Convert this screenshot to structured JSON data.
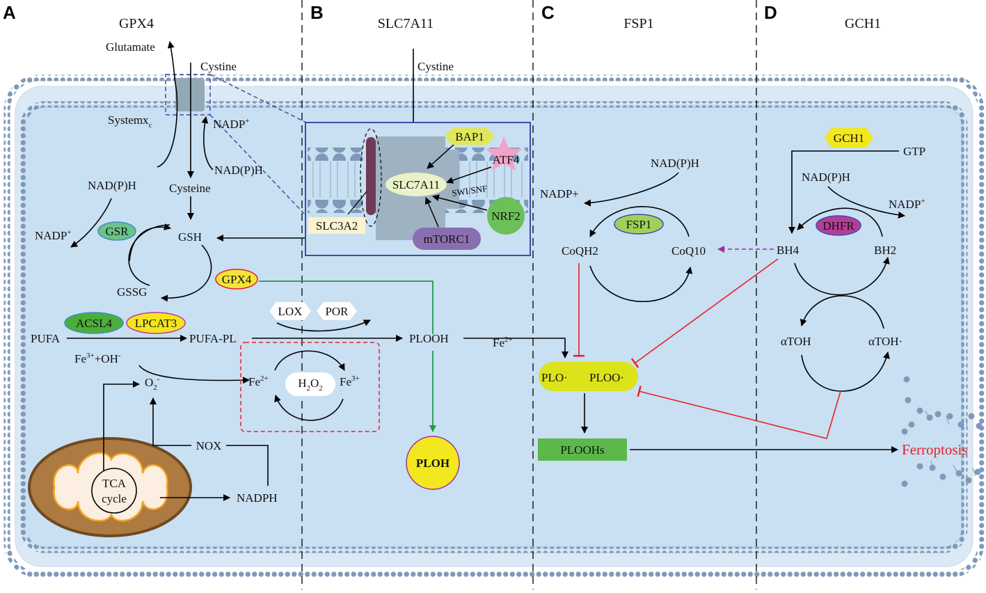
{
  "panels": [
    {
      "letter": "A",
      "title": "GPX4"
    },
    {
      "letter": "B",
      "title": "SLC7A11"
    },
    {
      "letter": "C",
      "title": "FSP1"
    },
    {
      "letter": "D",
      "title": "GCH1"
    }
  ],
  "panel_a": {
    "glutamate": "Glutamate",
    "cystine": "Cystine",
    "system_xc": "Systemx",
    "system_xc_sub": "c",
    "nadp_plus_top": "NADP",
    "nadp_plus_top_sup": "+",
    "nadph_right": "NAD(P)H",
    "nadph_left": "NAD(P)H",
    "cysteine": "Cysteine",
    "nadp_left": "NADP",
    "nadp_left_sup": "+",
    "gsr": "GSR",
    "gsh": "GSH",
    "gssg": "GSSG",
    "gpx4": "GPX4",
    "acsl4": "ACSL4",
    "lpcat3": "LPCAT3",
    "pufa": "PUFA",
    "pufa_pl": "PUFA-PL",
    "lox": "LOX",
    "por": "POR",
    "fe3_oh_a": "Fe",
    "fe3_oh_a_sup": "3+",
    "fe3_oh_b": "+OH",
    "fe3_oh_b_sup": "-",
    "o2": "O",
    "o2_sub": "2",
    "o2_sup": "-",
    "fe2": "Fe",
    "fe2_sup": "2+",
    "h2o2_h": "H",
    "h2o2_2a": "2",
    "h2o2_o": "O",
    "h2o2_2b": "2",
    "fe3": "Fe",
    "fe3_sup": "3+",
    "nox": "NOX",
    "tca_line1": "TCA",
    "tca_line2": "cycle",
    "nadph": "NADPH"
  },
  "panel_b": {
    "cystine": "Cystine",
    "bap1": "BAP1",
    "atf4": "ATF4",
    "slc7a11": "SLC7A11",
    "swi_snf": "SWI/SNF",
    "nrf2": "NRF2",
    "slc3a2": "SLC3A2",
    "mtorc1": "mTORC1",
    "plooh": "PLOOH",
    "ploh": "PLOH"
  },
  "panel_c": {
    "nadph": "NAD(P)H",
    "nadp_plus": "NADP+",
    "fsp1": "FSP1",
    "coqh2": "CoQH2",
    "coq10": "CoQ10",
    "fe2": "Fe",
    "fe2_sup": "2+",
    "plo": "PLO·",
    "ploo": "PLOO·",
    "ploohs": "PLOOHs"
  },
  "panel_d": {
    "gch1": "GCH1",
    "gtp": "GTP",
    "nadph": "NAD(P)H",
    "nadp_plus": "NADP",
    "nadp_plus_sup": "+",
    "dhfr": "DHFR",
    "bh4": "BH4",
    "bh2": "BH2",
    "atoh": "αTOH",
    "atoh_radical": "αTOH·",
    "ferroptosis": "Ferroptosis"
  },
  "colors": {
    "cell_fill": "#c9dff2",
    "membrane": "#7e9ab8",
    "gsr": "#6cc28c",
    "gpx4": "#f3e43a",
    "acsl4": "#4cae3a",
    "lpcat3": "#f5e51f",
    "bap1": "#e0e85a",
    "atf4": "#f2a3c8",
    "slc7a11": "#eaf2c8",
    "nrf2": "#6cc05a",
    "slc3a2": "#fbf2cf",
    "mtorc1": "#8a6fb0",
    "ploh": "#f3e71e",
    "fsp1": "#9fd15a",
    "plo_box": "#dce31a",
    "ploohs": "#5db84a",
    "gch1": "#f3e71e",
    "dhfr": "#b63d97",
    "ferroptosis": "#e8202a",
    "inhibit": "#e8202a",
    "green_arrow": "#1e9a4a",
    "purple_arrow": "#9c2ea0"
  }
}
